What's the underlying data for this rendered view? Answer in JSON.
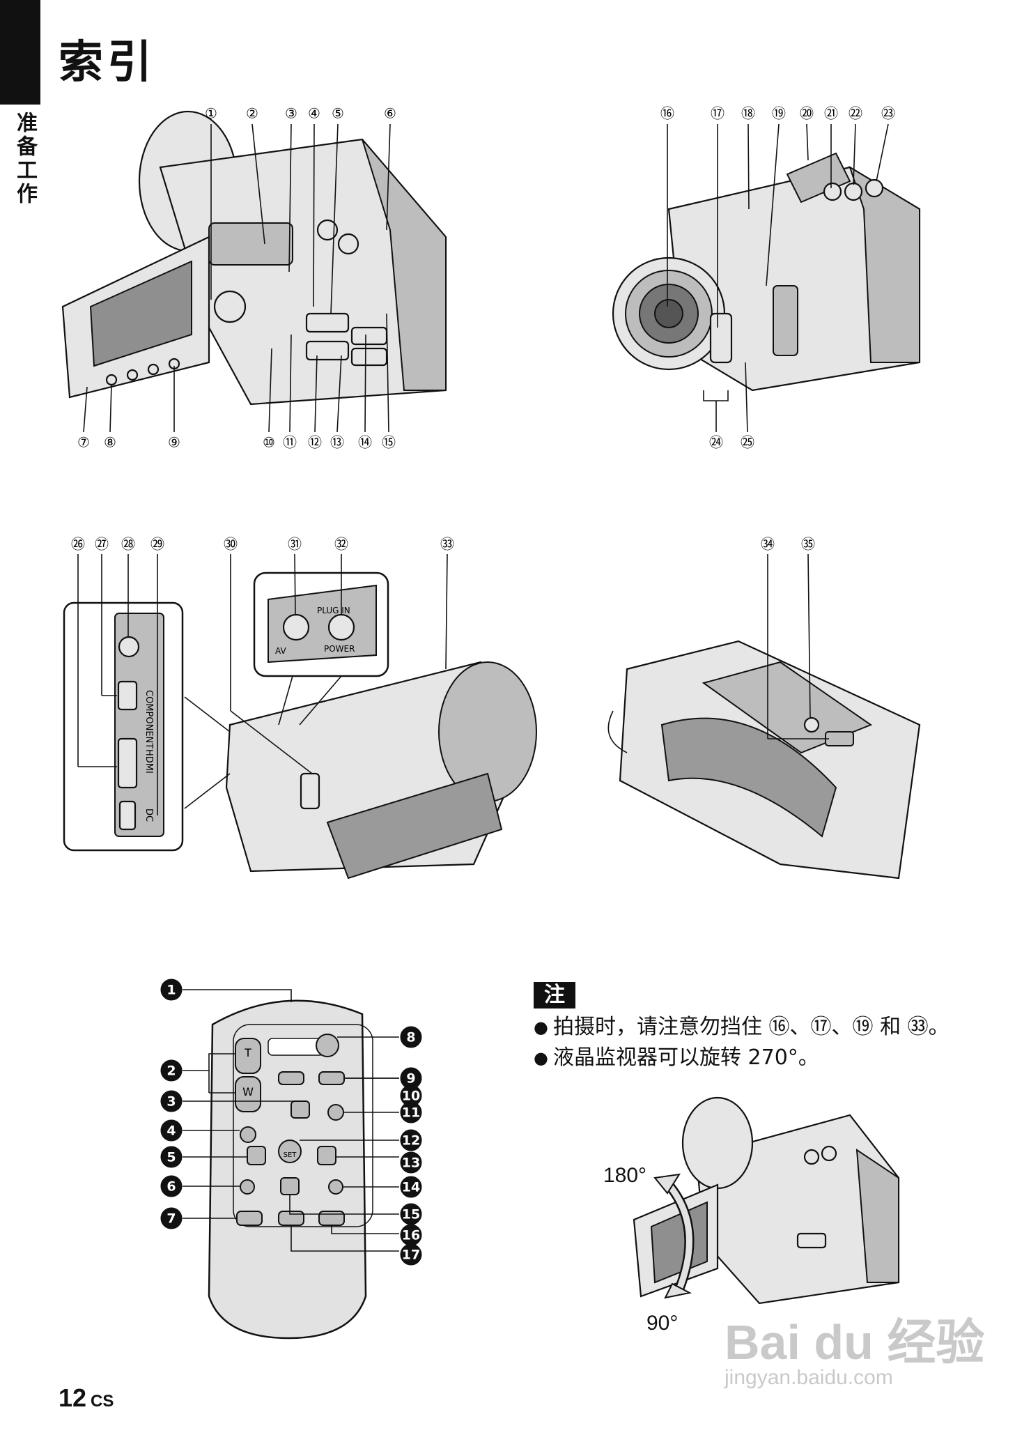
{
  "header": {
    "title": "索引",
    "side_label": "准备工作"
  },
  "figure1": {
    "top_callouts": [
      "①",
      "②",
      "③",
      "④",
      "⑤",
      "⑥"
    ],
    "bottom_callouts": [
      "⑦",
      "⑧",
      "⑨",
      "⑩",
      "⑪",
      "⑫",
      "⑬",
      "⑭",
      "⑮"
    ]
  },
  "figure2": {
    "top_callouts": [
      "⑯",
      "⑰",
      "⑱",
      "⑲",
      "⑳",
      "㉑",
      "㉒",
      "㉓"
    ],
    "bottom_callouts": [
      "㉔",
      "㉕"
    ]
  },
  "figure3": {
    "top_callouts": [
      "㉖",
      "㉗",
      "㉘",
      "㉙",
      "㉚",
      "㉛",
      "㉜",
      "㉝"
    ],
    "labels": {
      "av": "AV",
      "plug_in": "PLUG IN",
      "power": "POWER",
      "component": "COMPONENT",
      "hdmi": "HDMI",
      "dc": "DC"
    }
  },
  "figure4": {
    "top_callouts": [
      "㉞",
      "㉟"
    ]
  },
  "remote": {
    "callouts": [
      "1",
      "2",
      "3",
      "4",
      "5",
      "6",
      "7",
      "8",
      "9",
      "10",
      "11",
      "12",
      "13",
      "14",
      "15",
      "16",
      "17"
    ],
    "button_labels": {
      "t": "T",
      "w": "W",
      "set": "SET"
    }
  },
  "note": {
    "label": "注",
    "items": [
      "拍摄时，请注意勿挡住 ⑯、⑰、⑲ 和 ㉝。",
      "液晶监视器可以旋转 270°。"
    ]
  },
  "rotation": {
    "upper": "180°",
    "lower": "90°"
  },
  "footer": {
    "page": "12",
    "lang": "CS"
  },
  "watermark": {
    "brand": "Bai du 经验",
    "url": "jingyan.baidu.com"
  }
}
